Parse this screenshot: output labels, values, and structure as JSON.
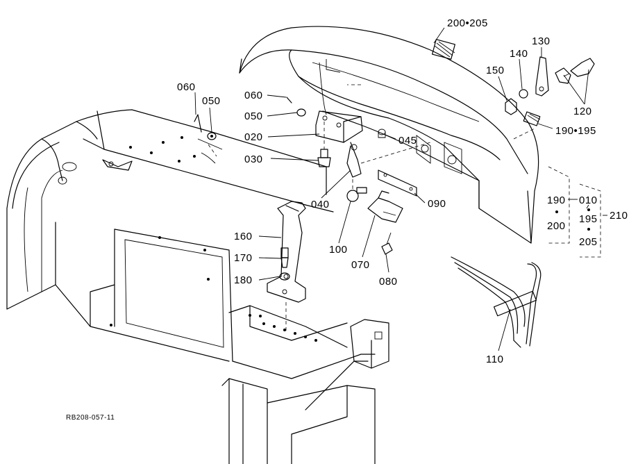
{
  "callouts": {
    "c_200_205": "200•205",
    "c_130": "130",
    "c_140": "140",
    "c_150": "150",
    "c_120": "120",
    "c_190_195": "190•195",
    "c_060_left": "060",
    "c_050_left": "050",
    "c_060_mid": "060",
    "c_050_mid": "050",
    "c_020": "020",
    "c_045": "045",
    "c_030": "030",
    "c_040": "040",
    "c_090": "090",
    "c_100": "100",
    "c_070": "070",
    "c_080": "080",
    "c_160": "160",
    "c_170": "170",
    "c_180": "180",
    "c_110": "110",
    "c_190": "190",
    "c_010": "010",
    "c_210": "210",
    "c_195": "195",
    "c_200": "200",
    "c_205": "205"
  },
  "drawing_code": "RB208-057-11"
}
